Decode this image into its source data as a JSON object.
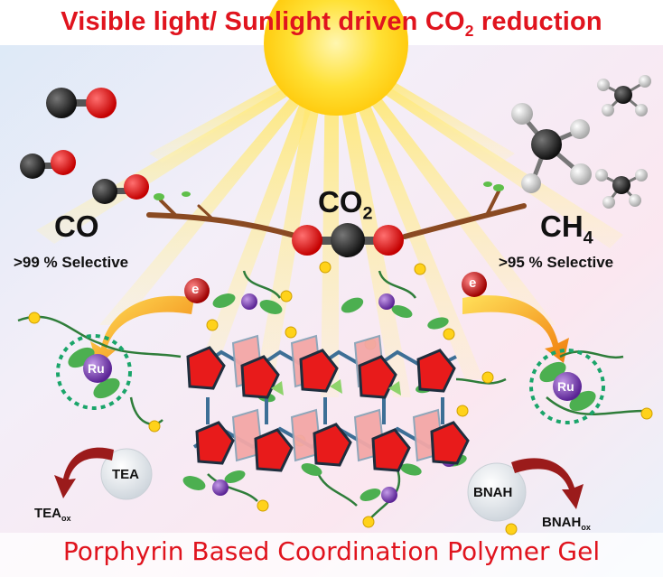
{
  "header": {
    "title_part1": "Visible light/ Sunlight driven CO",
    "title_sub": "2",
    "title_part2": " reduction"
  },
  "center": {
    "co2_base": "CO",
    "co2_sub": "2"
  },
  "left_product": {
    "name": "CO",
    "selectivity": ">99 % Selective"
  },
  "right_product": {
    "name_base": "CH",
    "name_sub": "4",
    "selectivity": ">95 % Selective"
  },
  "catalyst": {
    "metal": "Ru"
  },
  "electron": {
    "symbol": "e"
  },
  "donors": {
    "left_label": "TEA",
    "left_oxidized_base": "TEA",
    "left_oxidized_sub": "ox",
    "right_label": "BNAH",
    "right_oxidized_base": "BNAH",
    "right_oxidized_sub": "ox"
  },
  "footer": {
    "title": "Porphyrin Based Coordination Polymer Gel"
  },
  "colors": {
    "title_red": "#e0141e",
    "sun_yellow": "#ffd21a",
    "porphyrin_red": "#e81b1b",
    "ru_purple": "#7a3fb8",
    "ring_green": "#1aa56a",
    "leaf_green": "#4caf50",
    "arrow_orange": "#f2a31a"
  }
}
